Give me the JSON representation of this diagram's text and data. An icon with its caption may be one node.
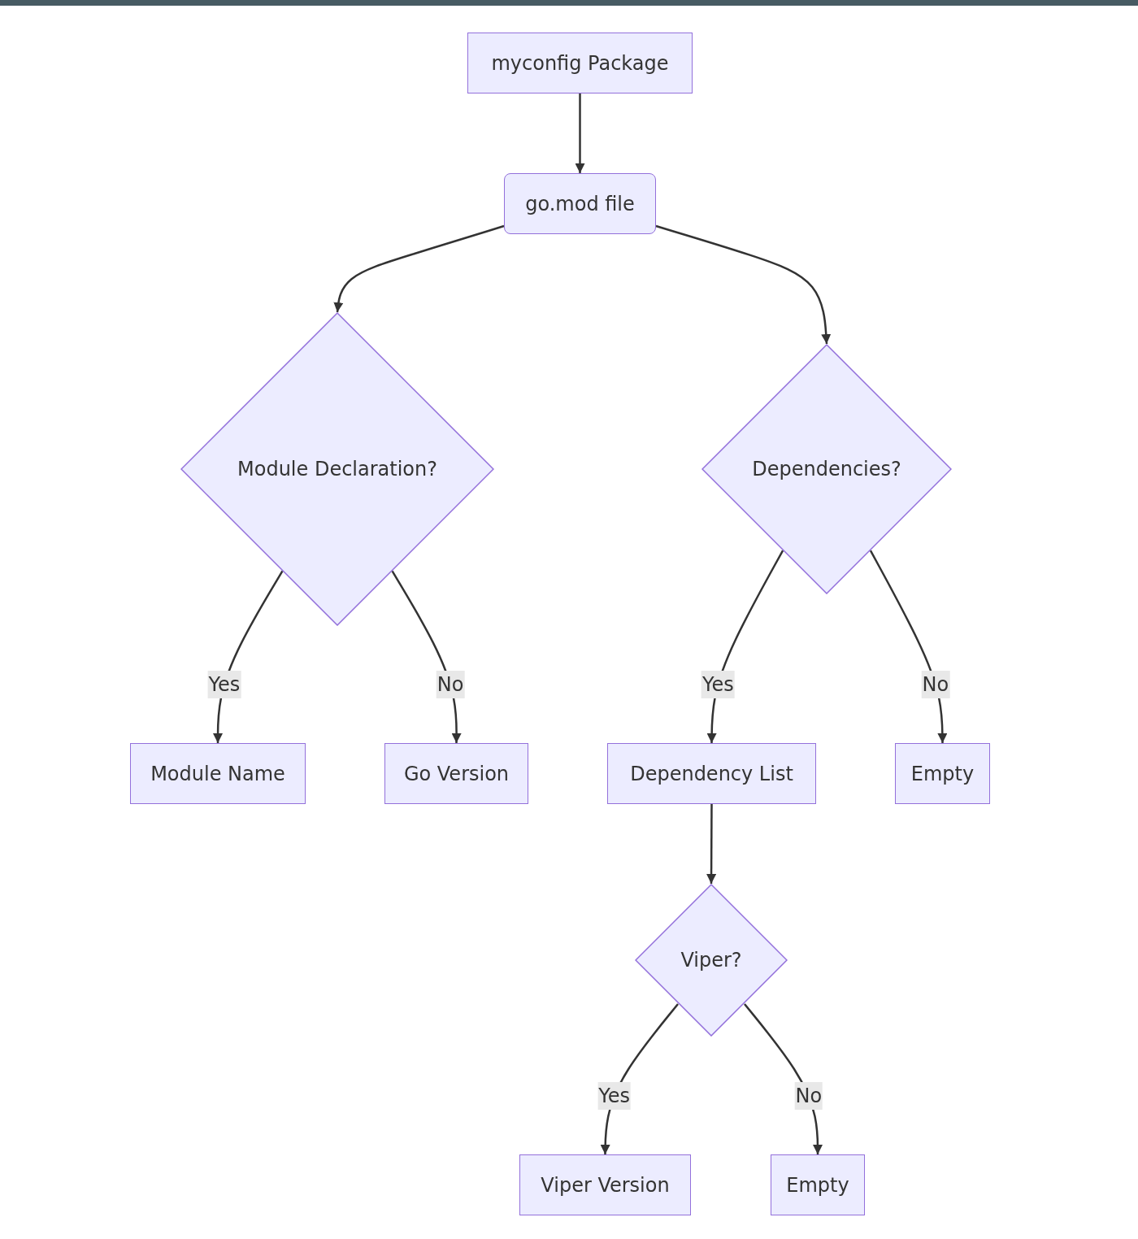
{
  "diagram": {
    "nodes": [
      {
        "text": [
          "myconfig Package"
        ]
      },
      {
        "text": [
          "go.mod file"
        ]
      },
      {
        "text": [
          "Module Declaration?"
        ]
      },
      {
        "text": [
          "Dependencies?"
        ]
      },
      {
        "text": [
          "Module Name"
        ]
      },
      {
        "text": [
          "Go Version"
        ]
      },
      {
        "text": [
          "Dependency List"
        ]
      },
      {
        "text": [
          "Empty"
        ]
      },
      {
        "text": [
          "Viper?"
        ]
      },
      {
        "text": [
          "Viper Version"
        ]
      },
      {
        "text": [
          "Empty"
        ]
      }
    ],
    "edges": [
      {
        "from": 0,
        "to": 1,
        "arrow": "to"
      },
      {
        "from": 1,
        "to": 2,
        "arrow": "to"
      },
      {
        "from": 1,
        "to": 3,
        "arrow": "to"
      },
      {
        "from": 2,
        "to": 4,
        "arrow": "to",
        "label": "Yes"
      },
      {
        "from": 2,
        "to": 5,
        "arrow": "to",
        "label": "No"
      },
      {
        "from": 3,
        "to": 6,
        "arrow": "to",
        "label": "Yes"
      },
      {
        "from": 3,
        "to": 7,
        "arrow": "to",
        "label": "No"
      },
      {
        "from": 6,
        "to": 8,
        "arrow": "to"
      },
      {
        "from": 8,
        "to": 9,
        "arrow": "to",
        "label": "Yes"
      },
      {
        "from": 8,
        "to": 10,
        "arrow": "to",
        "label": "No"
      }
    ]
  }
}
